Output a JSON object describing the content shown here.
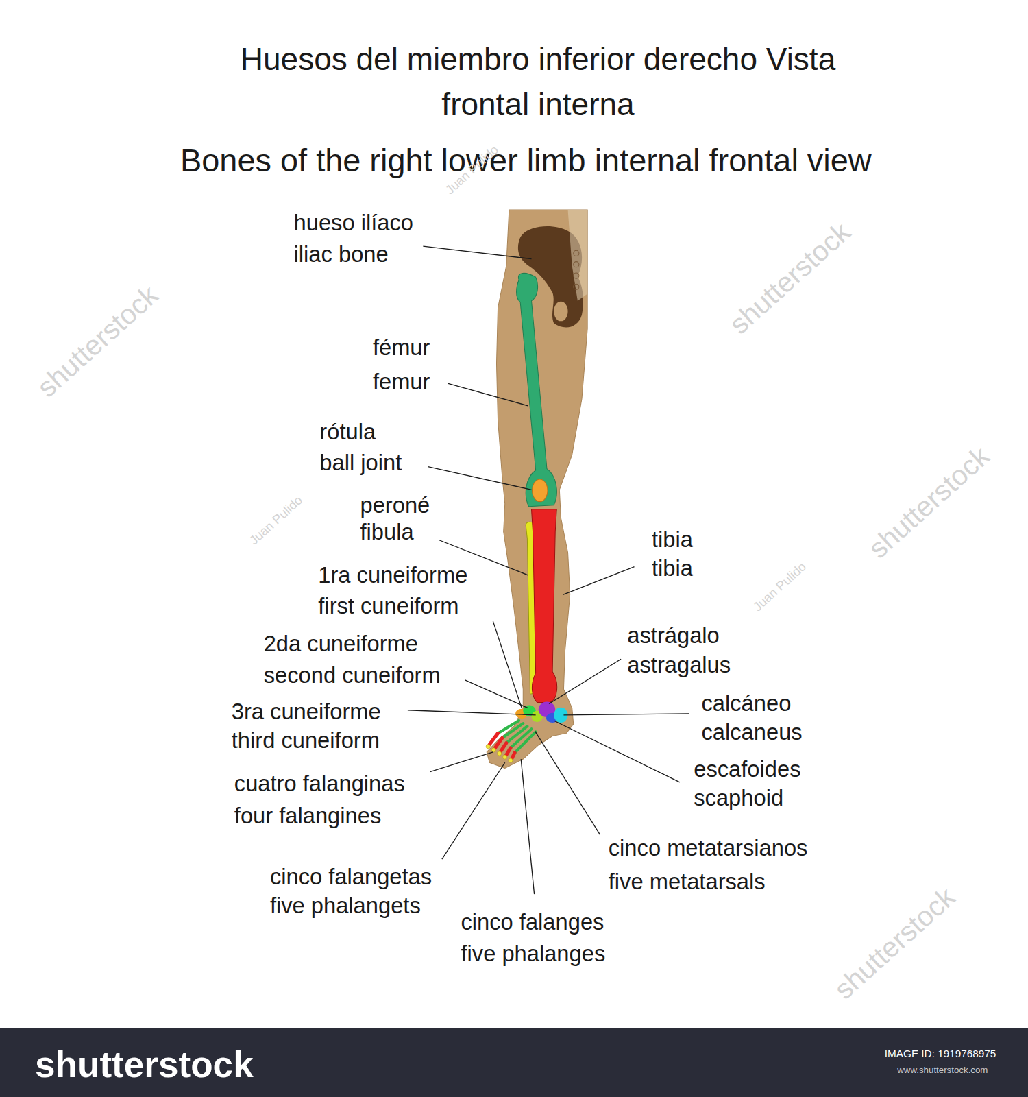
{
  "diagram": {
    "title": "Huesos del miembro inferior derecho Vista frontal interna",
    "labels": [
      "Bones of the right lower limb internal frontal view",
      "hueso ilíaco",
      "iliac bone",
      "fémur",
      "femur",
      "rótula",
      "ball joint",
      "peroné",
      "fibula",
      "1ra cuneiforme",
      "first cuneiform",
      "2da cuneiforme",
      "second cuneiform",
      "3ra cuneiforme",
      "third cuneiform",
      "cuatro falanginas",
      "four falangines",
      "cinco falangetas",
      "five phalangets",
      "cinco falanges",
      "five phalanges",
      "tibia",
      "tibia",
      "astrágalo",
      "astragalus",
      "calcáneo",
      "calcaneus",
      "escafoides",
      "scaphoid",
      "cinco metatarsianos",
      "five metatarsals",
      "Juan Pulido",
      "Juan Pulido",
      "Juan Pulido",
      "shutterstock",
      "shutterstock",
      "shutterstock",
      "shutterstock",
      "shutterstock",
      "IMAGE ID: 1919768975",
      "www.shutterstock.com"
    ]
  }
}
